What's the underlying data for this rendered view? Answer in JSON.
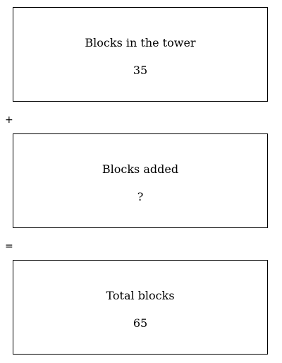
{
  "boxes": [
    {
      "label": "Blocks in the tower",
      "value": "35"
    },
    {
      "label": "Blocks added",
      "value": "?"
    },
    {
      "label": "Total blocks",
      "value": "65"
    }
  ],
  "operators": {
    "plus": "+",
    "equals": "="
  }
}
